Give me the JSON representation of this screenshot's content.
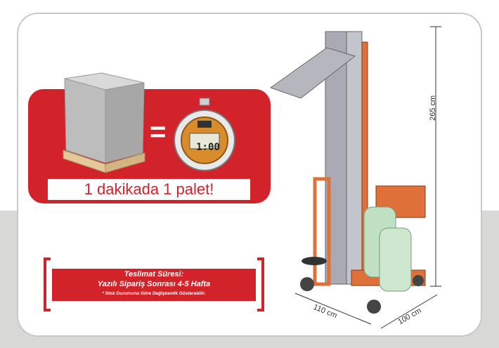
{
  "promo": {
    "slogan": "1 dakikada 1 palet!",
    "equals_sign": "=",
    "timer_display": "1:00"
  },
  "delivery": {
    "title": "Teslimat Süresi:",
    "subtitle": "Yazılı Sipariş Sonrası 4-5 Hafta",
    "note": "* Stok Durumuna Göre Değişkenlik Gösterebilir."
  },
  "dimensions": {
    "height": "265 cm",
    "length": "110 cm",
    "width": "100 cm"
  },
  "colors": {
    "brand_red": "#d2232a",
    "machine_orange": "#e0703a",
    "mast_gray": "#a9aab3"
  }
}
